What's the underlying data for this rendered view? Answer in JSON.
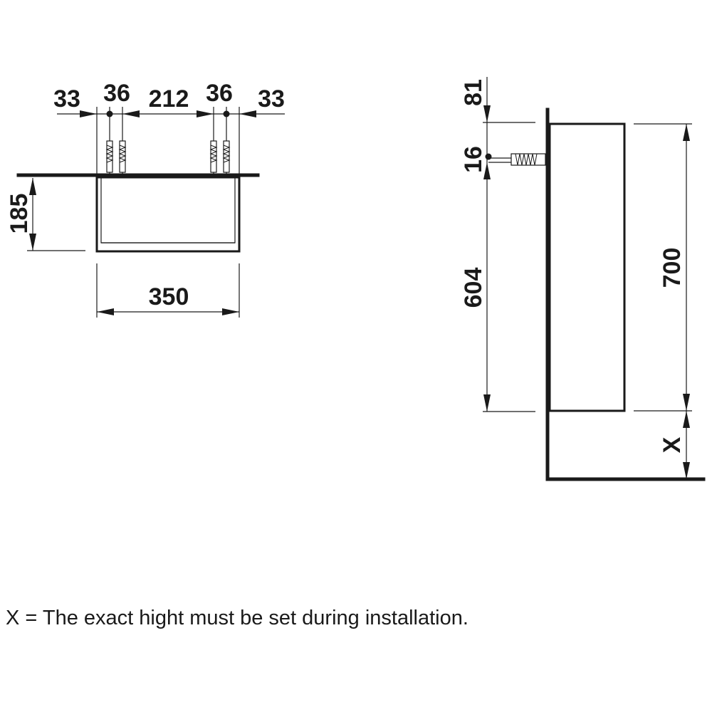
{
  "front_view": {
    "dims": {
      "left_margin": "33",
      "left_plug": "36",
      "center": "212",
      "right_plug": "36",
      "right_margin": "33",
      "height": "185",
      "width": "350"
    }
  },
  "side_view": {
    "dims": {
      "top_offset": "81",
      "fixing_offset": "16",
      "fixing_height": "604",
      "total_height": "700",
      "floor_gap": "X"
    }
  },
  "note": "X = The exact hight must be set during installation."
}
